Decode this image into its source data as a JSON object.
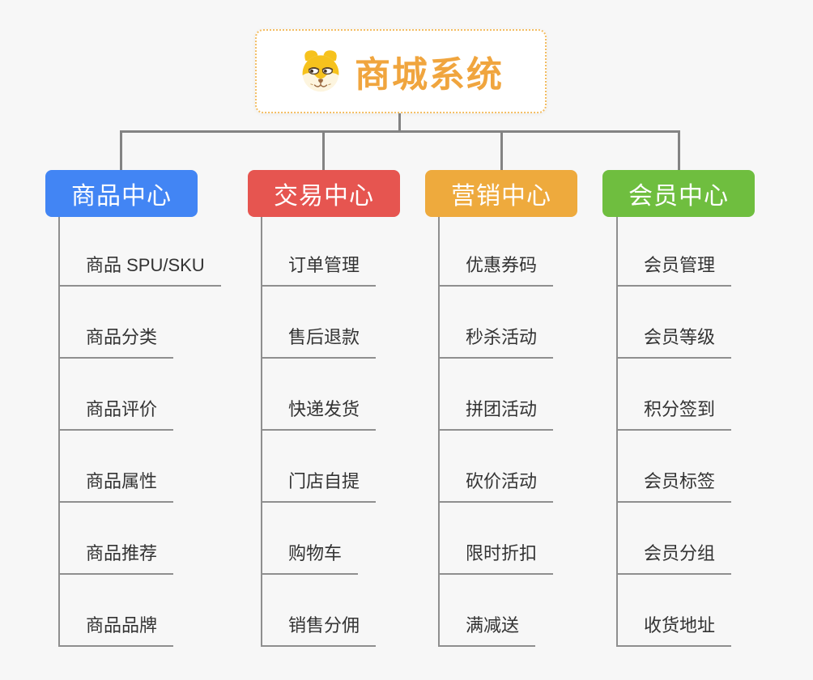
{
  "page": {
    "background": "#f7f7f7",
    "connector_color": "#838383"
  },
  "root": {
    "title": "商城系统",
    "title_color": "#f0a53e",
    "icon": "dog-face-icon"
  },
  "branches": [
    {
      "label": "商品中心",
      "color": "#4285f4",
      "children": [
        "商品 SPU/SKU",
        "商品分类",
        "商品评价",
        "商品属性",
        "商品推荐",
        "商品品牌"
      ]
    },
    {
      "label": "交易中心",
      "color": "#e65550",
      "children": [
        "订单管理",
        "售后退款",
        "快递发货",
        "门店自提",
        "购物车",
        "销售分佣"
      ]
    },
    {
      "label": "营销中心",
      "color": "#eeaa3d",
      "children": [
        "优惠券码",
        "秒杀活动",
        "拼团活动",
        "砍价活动",
        "限时折扣",
        "满减送"
      ]
    },
    {
      "label": "会员中心",
      "color": "#6fbe3f",
      "children": [
        "会员管理",
        "会员等级",
        "积分签到",
        "会员标签",
        "会员分组",
        "收货地址"
      ]
    }
  ]
}
